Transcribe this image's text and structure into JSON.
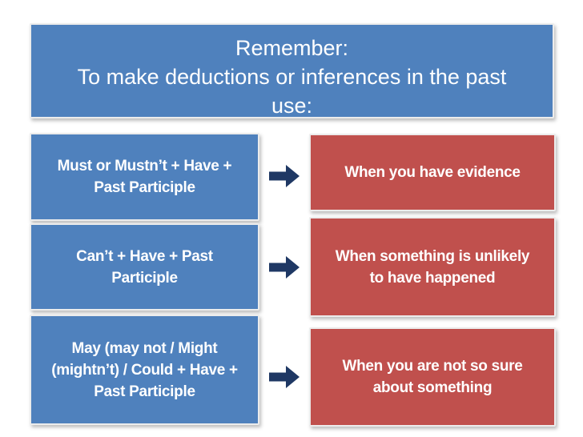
{
  "slide": {
    "title": {
      "lines": [
        "Remember:",
        "To make deductions or inferences in the past",
        "use:"
      ]
    },
    "rows": [
      {
        "structure_lines": [
          "Must or Mustn’t + Have +",
          "Past Participle"
        ],
        "meaning_lines": [
          "When you have evidence"
        ]
      },
      {
        "structure_lines": [
          "Can’t + Have + Past",
          "Participle"
        ],
        "meaning_lines": [
          "When something is unlikely",
          "to have happened"
        ]
      },
      {
        "structure_lines": [
          "May (may not / Might",
          "(mightn’t) / Could + Have +",
          "Past Participle"
        ],
        "meaning_lines": [
          "When you are not so sure",
          "about something"
        ]
      }
    ],
    "colors": {
      "structure_box": "#4f81bd",
      "meaning_box": "#c0504d",
      "arrow": "#1f3864",
      "text": "#ffffff",
      "background": "#ffffff"
    }
  }
}
